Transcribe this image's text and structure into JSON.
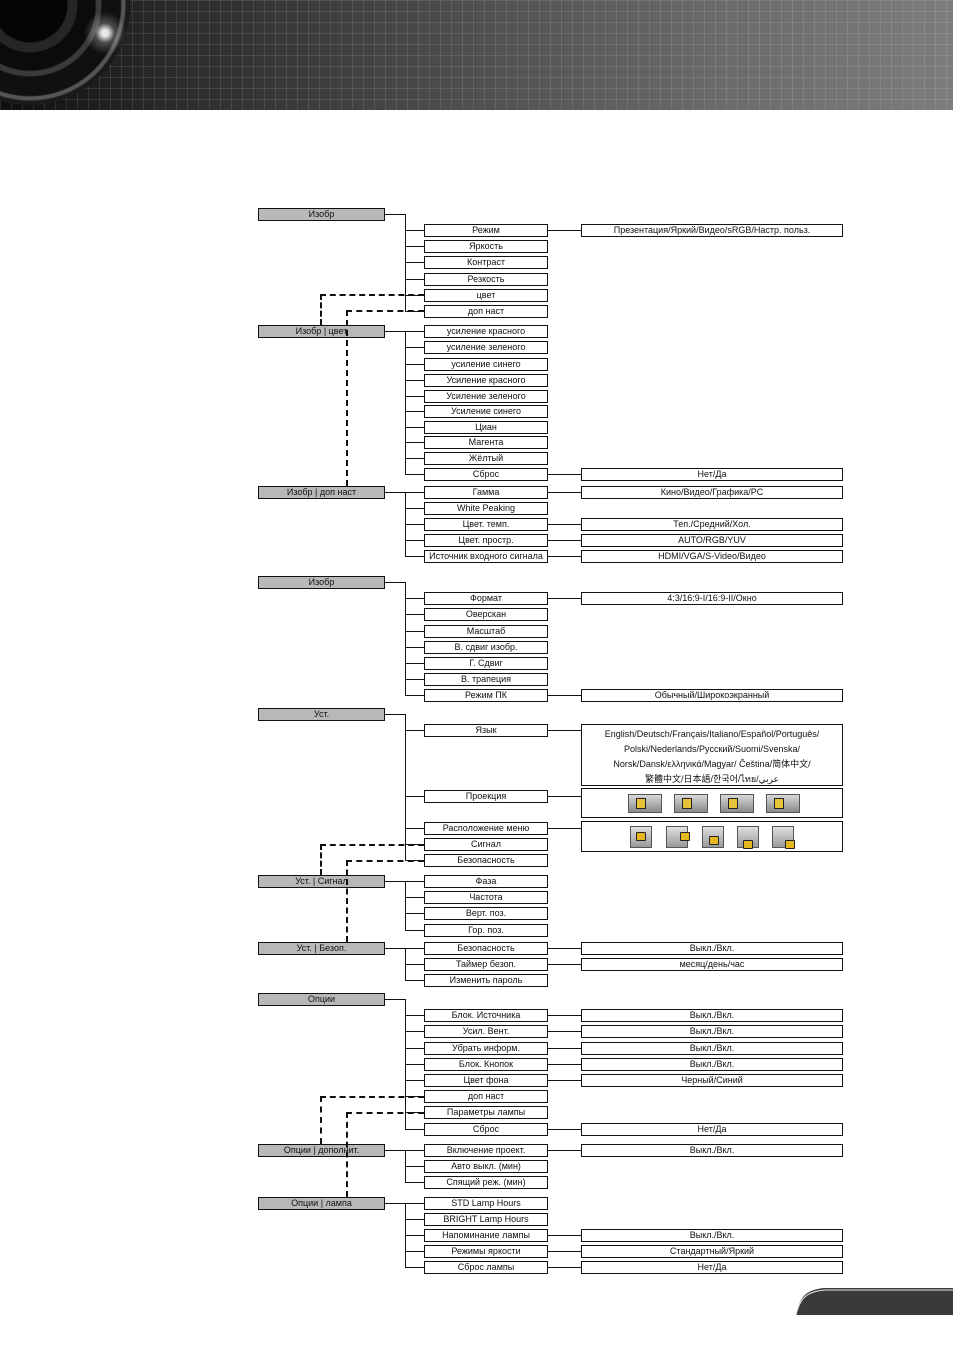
{
  "menu_tree": [
    {
      "category": "Изобр",
      "items": [
        {
          "label": "Режим",
          "value": "Презентация/Яркий/Видео/sRGB/Настр. польз."
        },
        {
          "label": "Яркость"
        },
        {
          "label": "Контраст"
        },
        {
          "label": "Резкость"
        },
        {
          "label": "цвет"
        },
        {
          "label": "доп наст"
        }
      ]
    },
    {
      "category": "Изобр | цвет",
      "items": [
        {
          "label": "усиление красного"
        },
        {
          "label": "усиление зеленого"
        },
        {
          "label": "усиление синего"
        },
        {
          "label": "Усиление красного"
        },
        {
          "label": "Усиление зеленого"
        },
        {
          "label": "Усиление синего"
        },
        {
          "label": "Циан"
        },
        {
          "label": "Магента"
        },
        {
          "label": "Жёлтый"
        },
        {
          "label": "Сброс",
          "value": "Нет/Да"
        }
      ]
    },
    {
      "category": "Изобр | доп наст",
      "items": [
        {
          "label": "Гамма",
          "value": "Кино/Видео/Графика/PC"
        },
        {
          "label": "White Peaking"
        },
        {
          "label": "Цвет. темп.",
          "value": "Теп./Средний/Хол."
        },
        {
          "label": "Цвет. простр.",
          "value": "AUTO/RGB/YUV"
        },
        {
          "label": "Источник входного сигнала",
          "value": "HDMI/VGA/S-Video/Видео"
        }
      ]
    },
    {
      "category": "Изобр",
      "items": [
        {
          "label": "Формат",
          "value": "4:3/16:9-I/16:9-II/Окно"
        },
        {
          "label": "Оверскан"
        },
        {
          "label": "Масштаб"
        },
        {
          "label": "В. сдвиг изобр."
        },
        {
          "label": "Г. Сдвиг"
        },
        {
          "label": "В. трапеция"
        },
        {
          "label": "Режим ПК",
          "value": "Обычный/Широкоэкранный"
        }
      ]
    },
    {
      "category": "Уст.",
      "items": [
        {
          "label": "Язык",
          "value_lines": [
            "English/Deutsch/Français/Italiano/Español/Português/",
            "Polski/Nederlands/Русский/Suomi/Svenska/",
            "Norsk/Dansk/ελληνικά/Magyar/ Čeština/简体中文/",
            "繁體中文/日本語/한국어/ไทย/عربي"
          ]
        },
        {
          "label": "Проекция"
        },
        {
          "label": "Расположение меню"
        },
        {
          "label": "Сигнал"
        },
        {
          "label": "Безопасность"
        }
      ]
    },
    {
      "category": "Уст. | Сигнал",
      "items": [
        {
          "label": "Фаза"
        },
        {
          "label": "Частота"
        },
        {
          "label": "Верт. поз."
        },
        {
          "label": "Гор. поз."
        }
      ]
    },
    {
      "category": "Уст. | Безоп.",
      "items": [
        {
          "label": "Безопасность",
          "value": "Выкл./Вкл."
        },
        {
          "label": "Таймер безоп.",
          "value": "месяц/день/час"
        },
        {
          "label": "Изменить пароль"
        }
      ]
    },
    {
      "category": "Опции",
      "items": [
        {
          "label": "Блок. Источника",
          "value": "Выкл./Вкл."
        },
        {
          "label": "Усил. Вент.",
          "value": "Выкл./Вкл."
        },
        {
          "label": "Убрать информ.",
          "value": "Выкл./Вкл."
        },
        {
          "label": "Блок. Кнопок",
          "value": "Выкл./Вкл."
        },
        {
          "label": "Цвет фона",
          "value": "Черный/Синий"
        },
        {
          "label": "доп наст"
        },
        {
          "label": "Параметры лампы"
        },
        {
          "label": "Сброс",
          "value": "Нет/Да"
        }
      ]
    },
    {
      "category": "Опции | дополнит.",
      "items": [
        {
          "label": "Включение проект.",
          "value": "Выкл./Вкл."
        },
        {
          "label": "Авто выкл. (мин)"
        },
        {
          "label": "Спящий реж. (мин)"
        }
      ]
    },
    {
      "category": "Опции | лампа",
      "items": [
        {
          "label": "STD Lamp Hours"
        },
        {
          "label": "BRIGHT Lamp Hours"
        },
        {
          "label": "Напоминание лампы",
          "value": "Выкл./Вкл."
        },
        {
          "label": "Режимы яркости",
          "value": "Стандартный/Яркий"
        },
        {
          "label": "Сброс лампы",
          "value": "Нет/Да"
        }
      ]
    }
  ],
  "icons": {
    "header": "projector-lens-icon",
    "projection_options": "projection-mode-icon",
    "menu_location_options": "menu-position-icon",
    "page_tab": "page-corner-tab"
  }
}
